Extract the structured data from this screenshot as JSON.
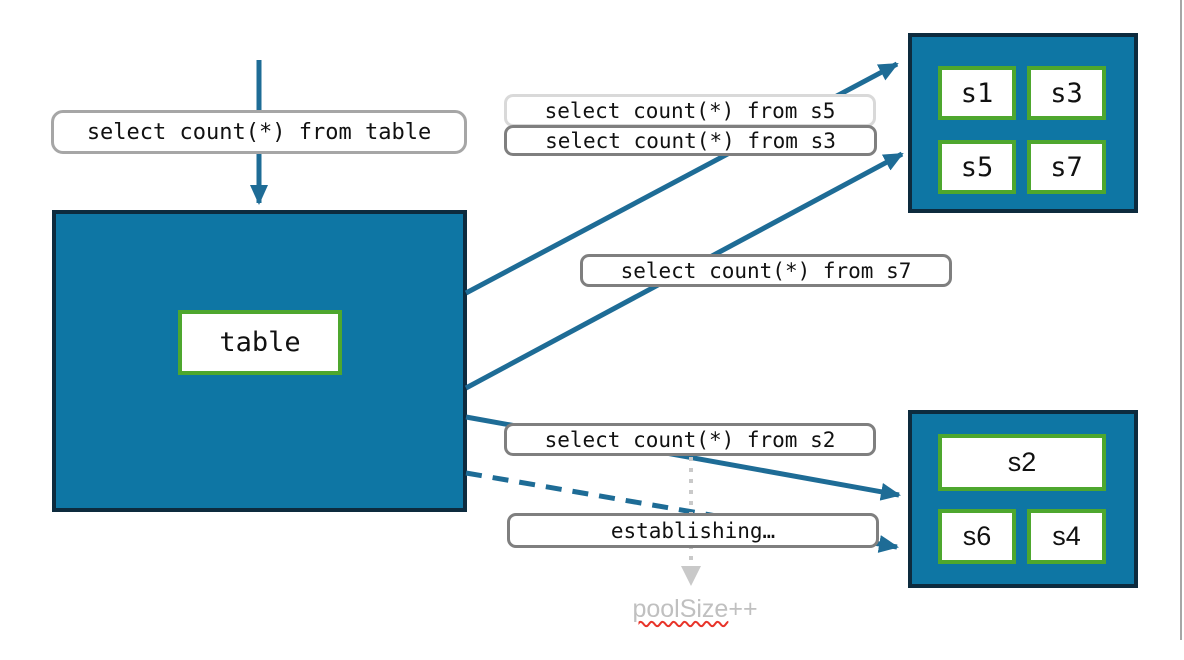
{
  "queries": {
    "table": "select count(*) from table",
    "s5": "select count(*) from s5",
    "s3": "select count(*) from s3",
    "s7": "select count(*) from s7",
    "s2": "select count(*) from s2",
    "establishing": "establishing…"
  },
  "table_box": {
    "label": "table"
  },
  "shards_top": {
    "items": [
      "s1",
      "s3",
      "s5",
      "s7"
    ]
  },
  "shards_bottom": {
    "items": [
      "s2",
      "s6",
      "s4"
    ]
  },
  "pool": {
    "text": "poolSize",
    "suffix": "++"
  },
  "colors": {
    "teal_fill": "#0E76A4",
    "navy_border": "#0D2B3E",
    "green_border": "#4EA72E",
    "arrow_teal": "#1E6C96",
    "pill_border": "#7F7F7F",
    "pill_border_light": "#D9D9D9",
    "pill_border_medium": "#A6A6A6",
    "gray_dotted": "#C9C9C9",
    "gray_text": "#C0C0C0",
    "squiggle_red": "#E8342A",
    "slide_edge": "#A6A6A6"
  }
}
